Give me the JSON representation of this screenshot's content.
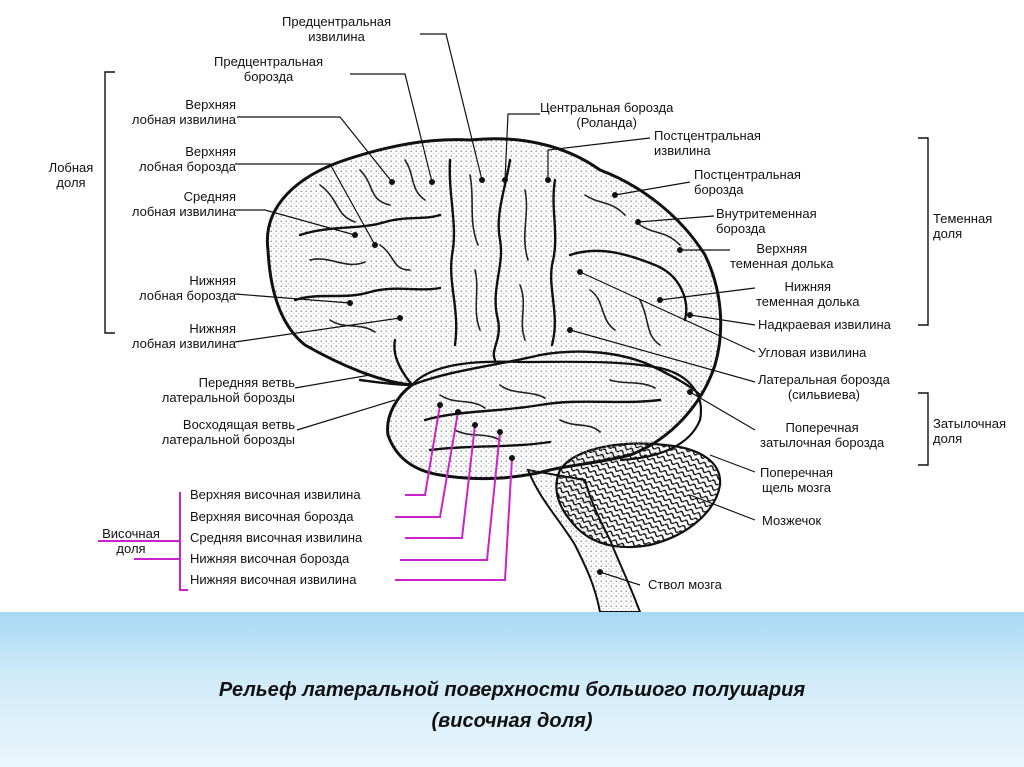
{
  "labels": {
    "precentral_gyrus": "Предцентральная\nизвилина",
    "precentral_sulcus": "Предцентральная\nборозда",
    "superior_frontal_gyrus": "Верхняя\nлобная извилина",
    "superior_frontal_sulcus": "Верхняя\nлобная борозда",
    "middle_frontal_gyrus": "Средняя\nлобная извилина",
    "inferior_frontal_sulcus": "Нижняя\nлобная борозда",
    "inferior_frontal_gyrus": "Нижняя\nлобная извилина",
    "frontal_lobe": "Лобная\nдоля",
    "anterior_ramus": "Передняя ветвь\nлатеральной борозды",
    "ascending_ramus": "Восходящая ветвь\nлатеральной борозды",
    "central_sulcus": "Центральная борозда\n(Роланда)",
    "postcentral_gyrus": "Постцентральная\nизвилина",
    "postcentral_sulcus": "Постцентральная\nборозда",
    "intraparietal_sulcus": "Внутритеменная\nборозда",
    "superior_parietal_lobule": "Верхняя\nтеменная долька",
    "inferior_parietal_lobule": "Нижняя\nтеменная долька",
    "supramarginal_gyrus": "Надкраевая извилина",
    "angular_gyrus": "Угловая извилина",
    "lateral_sulcus": "Латеральная борозда\n(сильвиева)",
    "transverse_occipital_sulcus": "Поперечная\nзатылочная борозда",
    "transverse_fissure": "Поперечная\nщель мозга",
    "cerebellum": "Мозжечок",
    "brainstem": "Ствол мозга",
    "parietal_lobe": "Теменная\nдоля",
    "occipital_lobe": "Затылочная\nдоля",
    "temporal_lobe": "Височная\nдоля",
    "sup_temporal_gyrus": "Верхняя височная извилина",
    "sup_temporal_sulcus": "Верхняя височная борозда",
    "mid_temporal_gyrus": "Средняя височная извилина",
    "inf_temporal_sulcus": "Нижняя височная борозда",
    "inf_temporal_gyrus": "Нижняя височная извилина"
  },
  "caption": {
    "line1": "Рельеф латеральной поверхности большого полушария",
    "line2": "(височная доля)"
  },
  "colors": {
    "temporal_leader": "#cc22cc",
    "caption_band": "#a8d8f4"
  }
}
